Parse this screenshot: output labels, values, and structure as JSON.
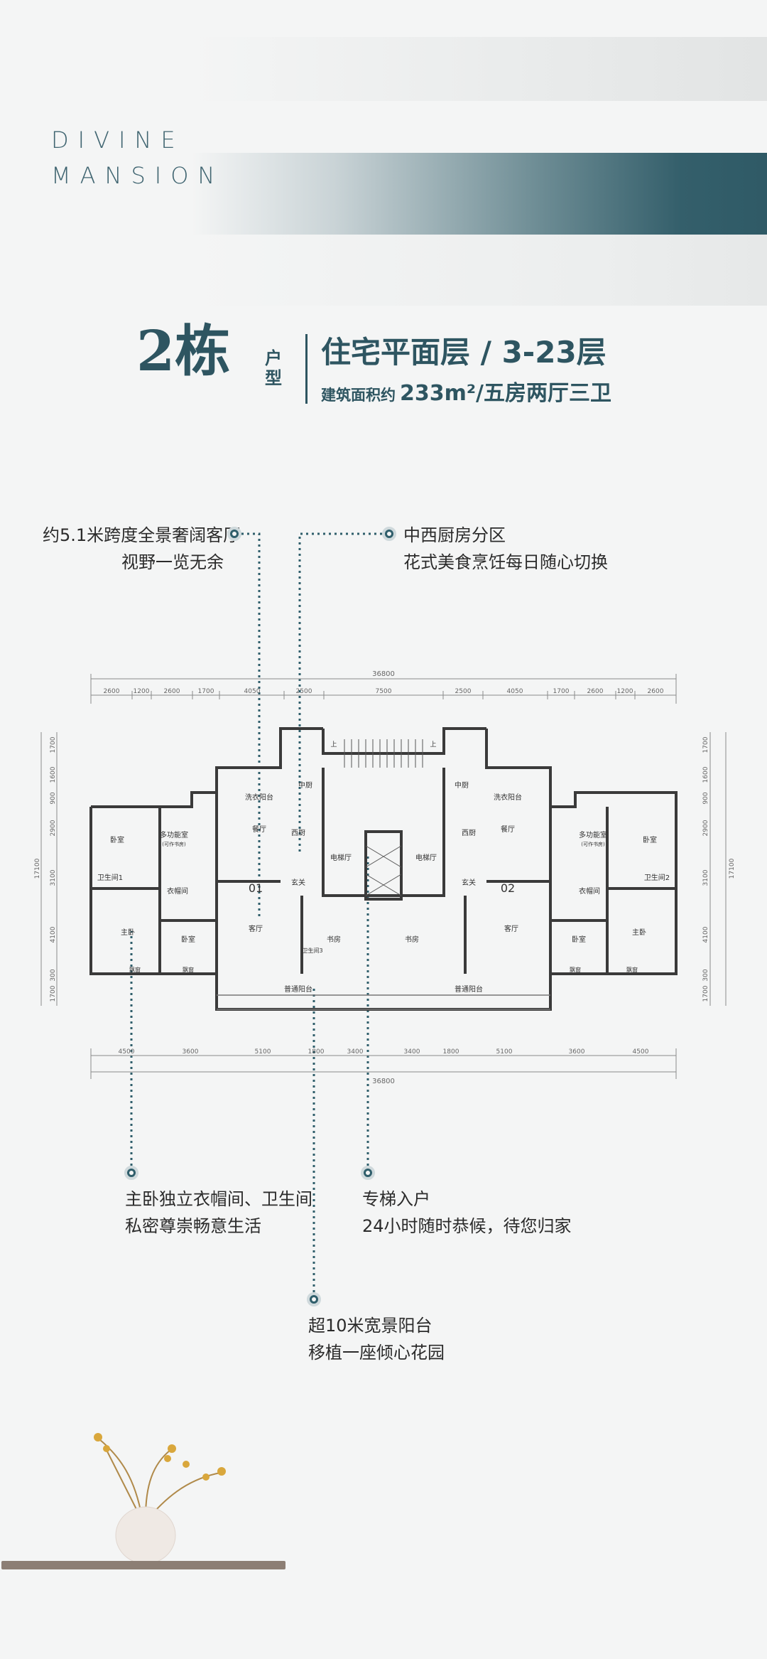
{
  "brand": {
    "line1": "DIVINE",
    "line2": "MANSION"
  },
  "header": {
    "building": "2栋",
    "unit_type": "户型",
    "floor_title": "住宅平面层 / 3-23层",
    "area_label": "建筑面积约",
    "area_value": "233m²/五房两厅三卫"
  },
  "callouts": [
    {
      "line1": "约5.1米跨度全景奢阔客厅",
      "line2": "视野一览无余"
    },
    {
      "line1": "中西厨房分区",
      "line2": "花式美食烹饪每日随心切换"
    },
    {
      "line1": "主卧独立衣帽间、卫生间",
      "line2": "私密尊崇畅意生活"
    },
    {
      "line1": "专梯入户",
      "line2": "24小时随时恭候，待您归家"
    },
    {
      "line1": "超10米宽景阳台",
      "line2": "移植一座倾心花园"
    }
  ],
  "floorplan": {
    "total_width": "36800",
    "top_dims": [
      "2600",
      "1200",
      "2600",
      "1700",
      "4050",
      "2500",
      "7500",
      "2500",
      "4050",
      "1700",
      "2600",
      "1200",
      "2600"
    ],
    "bottom_dims": [
      "4500",
      "3600",
      "5100",
      "1800",
      "3400",
      "3400",
      "1800",
      "5100",
      "3600",
      "4500"
    ],
    "left_dims": [
      "1700",
      "1600",
      "900",
      "2900",
      "3100",
      "4100",
      "300",
      "1700"
    ],
    "right_dims": [
      "1700",
      "1600",
      "900",
      "2900",
      "3100",
      "4100",
      "300",
      "1700"
    ],
    "side_total": "17100",
    "units": [
      "01",
      "02"
    ],
    "rooms": {
      "bedroom": "卧室",
      "multi_room": "多功能室",
      "multi_room_note": "(可作书房)",
      "bath1": "卫生间1",
      "bath2": "卫生间2",
      "bath3": "卫生间3",
      "cloakroom": "衣帽间",
      "master": "主卧",
      "dining": "餐厅",
      "west_kitchen": "西厨",
      "kitchen": "中厨",
      "laundry_balcony": "洗衣阳台",
      "elevator_hall": "电梯厅",
      "foyer": "玄关",
      "living": "客厅",
      "study": "书房",
      "balcony": "普通阳台",
      "bay_window": "飘窗",
      "up": "上"
    }
  },
  "colors": {
    "accent": "#2e5561",
    "dot": "#2f5e6b",
    "wall": "#3a3a3a"
  }
}
